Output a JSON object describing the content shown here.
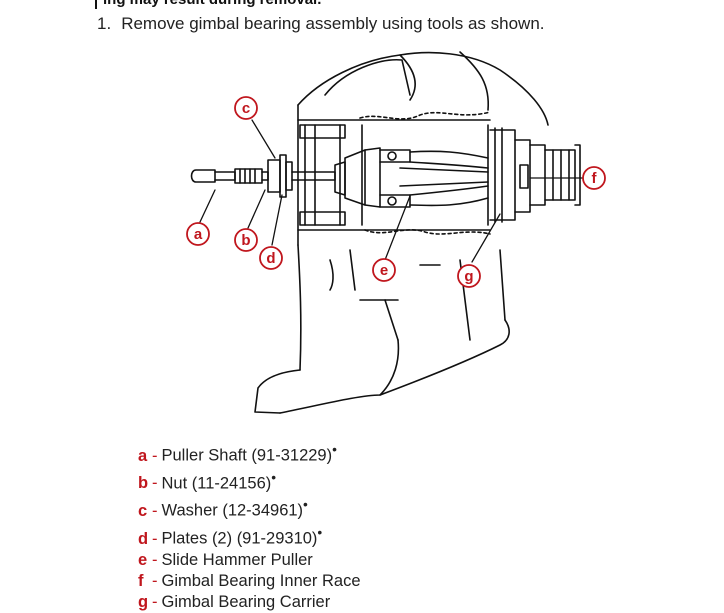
{
  "header_fragment": "ing may result during removal.",
  "step": {
    "number": "1.",
    "text": "Remove gimbal bearing assembly using tools as shown."
  },
  "figure": {
    "callouts": [
      "a",
      "b",
      "c",
      "d",
      "e",
      "f",
      "g"
    ],
    "callout_color": "#c0161d"
  },
  "legend": [
    {
      "letter": "a",
      "text": "Puller Shaft (91-31229)",
      "mark": "•"
    },
    {
      "letter": "b",
      "text": "Nut (11-24156)",
      "mark": "•"
    },
    {
      "letter": "c",
      "text": "Washer (12-34961)",
      "mark": "•"
    },
    {
      "letter": "d",
      "text": "Plates (2) (91-29310)",
      "mark": "•"
    },
    {
      "letter": "e",
      "text": "Slide Hammer Puller",
      "mark": ""
    },
    {
      "letter": "f",
      "text": "Gimbal Bearing Inner Race",
      "mark": ""
    },
    {
      "letter": "g",
      "text": "Gimbal Bearing Carrier",
      "mark": ""
    }
  ]
}
